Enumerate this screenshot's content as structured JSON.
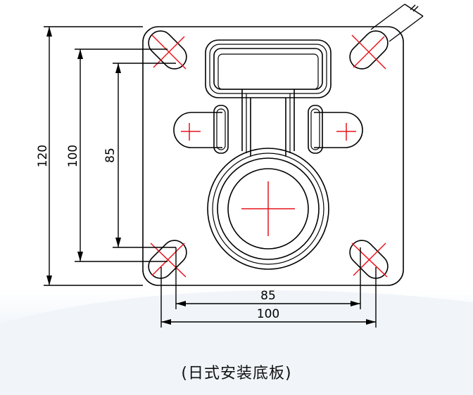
{
  "drawing": {
    "dimensions": {
      "overall_height": "120",
      "vertical_hole_pitch": "100",
      "vertical_inner_pitch": "85",
      "horizontal_inner_pitch": "85",
      "horizontal_hole_pitch": "100"
    },
    "colors": {
      "outline": "#000000",
      "centerlines": "#e8131b",
      "background_tint": "#eef3f8"
    }
  },
  "caption": "(日式安装底板)"
}
